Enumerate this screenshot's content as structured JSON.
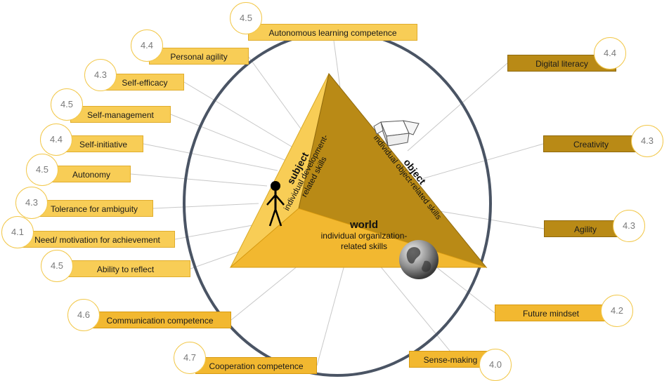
{
  "center": {
    "subject": {
      "title": "subject",
      "subtitle": "individual development-related skills"
    },
    "object": {
      "title": "object",
      "subtitle": "individual object-related skills"
    },
    "world": {
      "title": "world",
      "line1": "individual organization-",
      "line2": "related skills"
    }
  },
  "skills": [
    {
      "id": "autonomous-learning-competence",
      "label": "Autonomous learning competence",
      "score": "4.5"
    },
    {
      "id": "personal-agility",
      "label": "Personal agility",
      "score": "4.4"
    },
    {
      "id": "self-efficacy",
      "label": "Self-efficacy",
      "score": "4.3"
    },
    {
      "id": "self-management",
      "label": "Self-management",
      "score": "4.5"
    },
    {
      "id": "self-initiative",
      "label": "Self-initiative",
      "score": "4.4"
    },
    {
      "id": "autonomy",
      "label": "Autonomy",
      "score": "4.5"
    },
    {
      "id": "tolerance-for-ambiguity",
      "label": "Tolerance for ambiguity",
      "score": "4.3"
    },
    {
      "id": "need-motivation-for-achievement",
      "label": "Need/ motivation for achievement",
      "score": "4.1"
    },
    {
      "id": "ability-to-reflect",
      "label": "Ability to reflect",
      "score": "4.5"
    },
    {
      "id": "communication-competence",
      "label": "Communication competence",
      "score": "4.6"
    },
    {
      "id": "cooperation-competence",
      "label": "Cooperation competence",
      "score": "4.7"
    },
    {
      "id": "sense-making",
      "label": "Sense-making",
      "score": "4.0"
    },
    {
      "id": "future-mindset",
      "label": "Future mindset",
      "score": "4.2"
    },
    {
      "id": "agility",
      "label": "Agility",
      "score": "4.3"
    },
    {
      "id": "creativity",
      "label": "Creativity",
      "score": "4.3"
    },
    {
      "id": "digital-literacy",
      "label": "Digital literacy",
      "score": "4.4"
    }
  ],
  "colors": {
    "subject": "#f8cd56",
    "world": "#f2b830",
    "object": "#b98a16",
    "ellipse": "#4a5464"
  },
  "icons": {
    "subject": "person-icon",
    "object": "box-icon",
    "world": "globe-icon"
  }
}
